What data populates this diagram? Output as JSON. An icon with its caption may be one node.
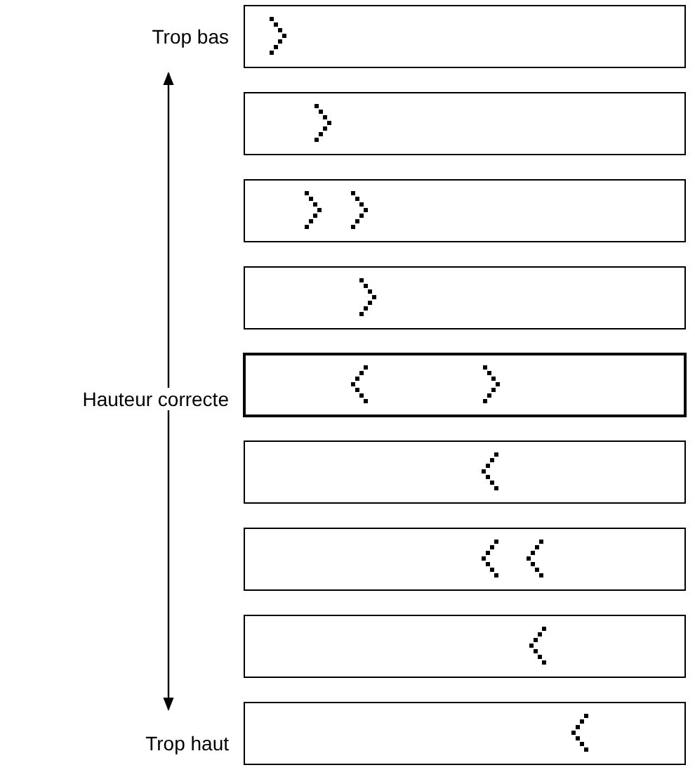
{
  "diagram": {
    "labels": [
      "Trop bas",
      "Hauteur correcte",
      "Trop haut"
    ]
  }
}
